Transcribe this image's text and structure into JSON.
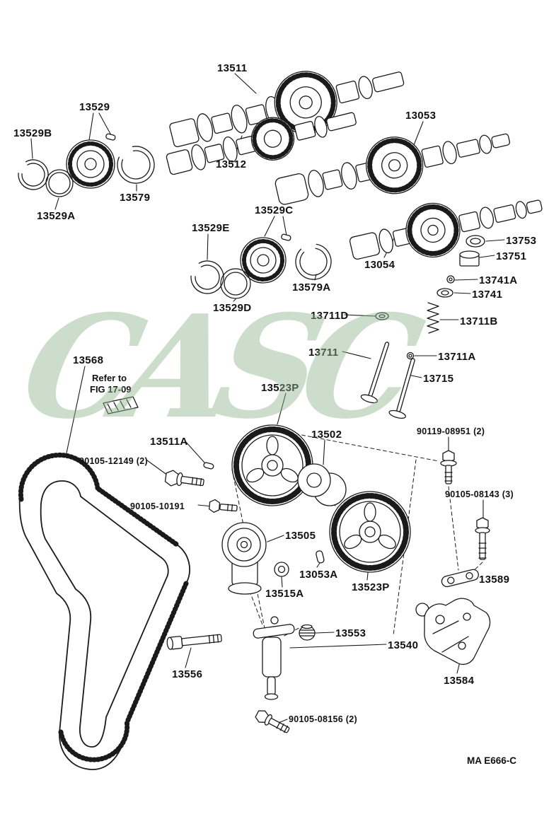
{
  "watermark": {
    "text": "CASC",
    "color": "#8fb48f"
  },
  "footer": {
    "code": "MA E666-C"
  },
  "note": {
    "line1": "Refer to",
    "line2": "FIG 17-09"
  },
  "labels": [
    {
      "text": "13511"
    },
    {
      "text": "13529"
    },
    {
      "text": "13529B"
    },
    {
      "text": "13512"
    },
    {
      "text": "13579"
    },
    {
      "text": "13529A"
    },
    {
      "text": "13053"
    },
    {
      "text": "13529C"
    },
    {
      "text": "13529E"
    },
    {
      "text": "13054"
    },
    {
      "text": "13753"
    },
    {
      "text": "13751"
    },
    {
      "text": "13741A"
    },
    {
      "text": "13741"
    },
    {
      "text": "13579A"
    },
    {
      "text": "13529D"
    },
    {
      "text": "13711D"
    },
    {
      "text": "13711B"
    },
    {
      "text": "13711"
    },
    {
      "text": "13711A"
    },
    {
      "text": "13715"
    },
    {
      "text": "13568"
    },
    {
      "text": "13523P"
    },
    {
      "text": "90119-08951 (2)"
    },
    {
      "text": "13511A"
    },
    {
      "text": "13502"
    },
    {
      "text": "90105-12149 (2)"
    },
    {
      "text": "90105-10191"
    },
    {
      "text": "90105-08143 (3)"
    },
    {
      "text": "13505"
    },
    {
      "text": "13053A"
    },
    {
      "text": "13523P"
    },
    {
      "text": "13515A"
    },
    {
      "text": "13589"
    },
    {
      "text": "13553"
    },
    {
      "text": "13540"
    },
    {
      "text": "13556"
    },
    {
      "text": "13584"
    },
    {
      "text": "90105-08156 (2)"
    }
  ],
  "line_color": "#1a1a1a"
}
